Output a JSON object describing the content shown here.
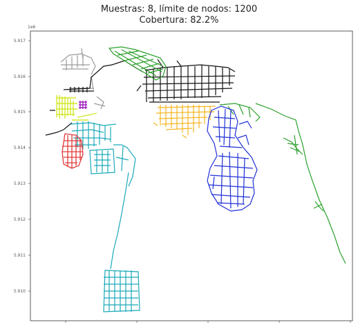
{
  "title": {
    "line1": "Muestras: 8, límite de nodos: 1200",
    "line2": "Cobertura: 82.2%"
  },
  "axis": {
    "y_exponent": "1e6",
    "y_ticks": [
      "5.917",
      "5.916",
      "5.915",
      "5.914",
      "5.913",
      "5.912",
      "5.911",
      "5.910"
    ]
  },
  "colors": {
    "black": "#111111",
    "gray": "#9a9a9a",
    "green": "#2aa02a",
    "orange": "#f5b41e",
    "blue": "#1f2fd6",
    "cyan": "#1aa9b9",
    "red": "#e03a3a",
    "yellow": "#d4e82a",
    "purple": "#a020c0"
  }
}
